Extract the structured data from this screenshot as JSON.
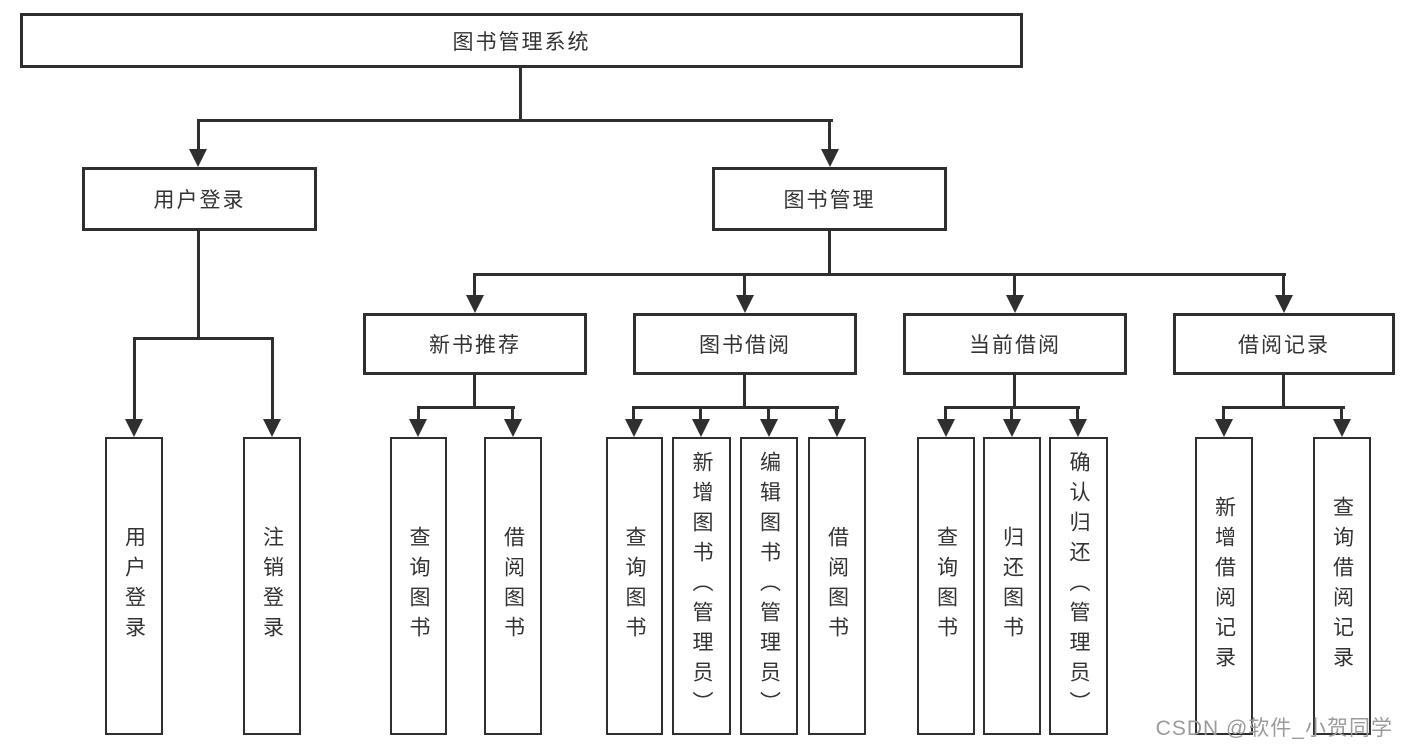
{
  "diagram": {
    "nodes": {
      "root": "图书管理系统",
      "user_login": "用户登录",
      "book_mgmt": "图书管理",
      "leaf_user_login": "用户登录",
      "leaf_logout": "注销登录",
      "new_book_rec": "新书推荐",
      "book_borrow": "图书借阅",
      "current_borrow": "当前借阅",
      "borrow_records": "借阅记录",
      "rec_query_books": "查询图书",
      "rec_borrow_books": "借阅图书",
      "bb_query_books": "查询图书",
      "bb_add_books": "新增图书（管理员）",
      "bb_edit_books": "编辑图书（管理员）",
      "bb_borrow_books": "借阅图书",
      "cb_query_books": "查询图书",
      "cb_return_books": "归还图书",
      "cb_confirm_return": "确认归还（管理员）",
      "br_add_record": "新增借阅记录",
      "br_query_record": "查询借阅记录"
    },
    "watermark": "CSDN @软件_小贺同学",
    "colors": {
      "line": "#2f2f2f",
      "text": "#333333",
      "watermark": "#9b9b9b",
      "background": "#ffffff"
    }
  }
}
